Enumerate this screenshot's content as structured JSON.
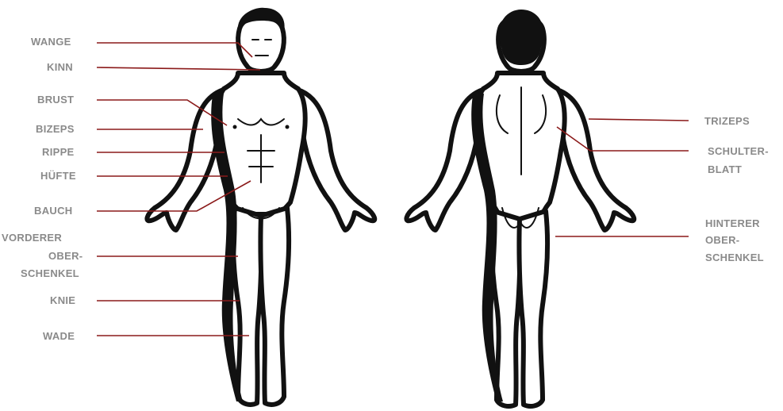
{
  "colors": {
    "label": "#8a8a8a",
    "leader_line": "#8b1a1a",
    "figure_outline": "#111111",
    "figure_fill": "#ffffff",
    "background": "#ffffff"
  },
  "front_labels": {
    "wange": "WANGE",
    "kinn": "KINN",
    "brust": "BRUST",
    "bizeps": "BIZEPS",
    "rippe": "RIPPE",
    "huefte": "HÜFTE",
    "bauch": "BAUCH",
    "vorderer_oberschenkel": [
      "VORDERER",
      "OBER-",
      "SCHENKEL"
    ],
    "knie": "KNIE",
    "wade": "WADE"
  },
  "back_labels": {
    "trizeps": "TRIZEPS",
    "schulterblatt": [
      "SCHULTER-",
      "BLATT"
    ],
    "hinterer_oberschenkel": [
      "HINTERER",
      "OBER-",
      "SCHENKEL"
    ]
  },
  "figures": {
    "front": {
      "icon": "human-front-outline-icon"
    },
    "back": {
      "icon": "human-back-outline-icon"
    }
  }
}
